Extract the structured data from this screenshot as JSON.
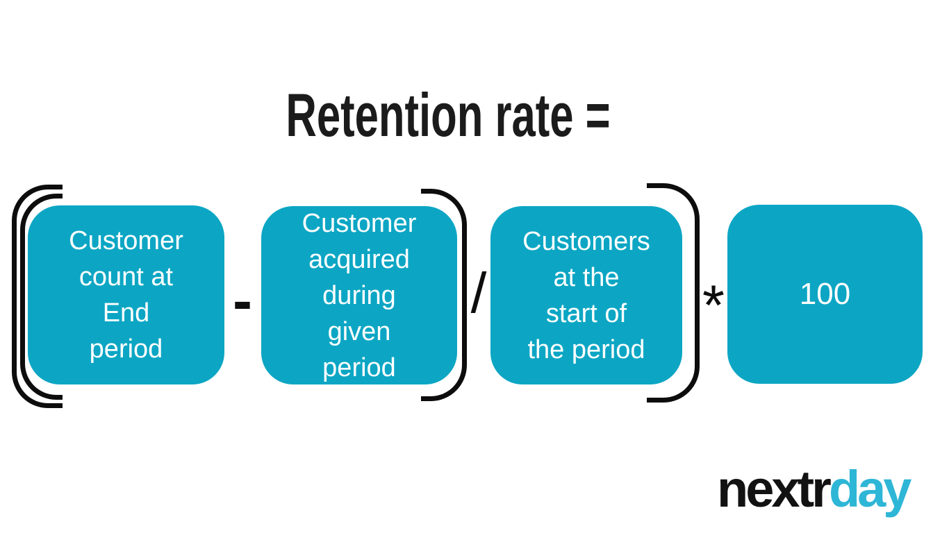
{
  "title": "Retention rate =",
  "formula": {
    "boxes": [
      {
        "id": "customer-count-at-end",
        "lines": [
          "Customer",
          "count at",
          "End",
          "period"
        ]
      },
      {
        "id": "customer-acquired-during-period",
        "lines": [
          "Customer",
          "acquired",
          "during",
          "given",
          "period"
        ]
      },
      {
        "id": "customers-at-start",
        "lines": [
          "Customers",
          "at the",
          "start of",
          "the period"
        ]
      },
      {
        "id": "multiplier",
        "lines": [
          "100"
        ]
      }
    ],
    "operators": {
      "subtract": "-",
      "divide": "/",
      "multiply": "*"
    }
  },
  "logo": {
    "prefix": "nextr",
    "suffix": "day"
  },
  "colors": {
    "box_fill": "#0ca6c4",
    "box_text": "#ffffff",
    "title_text": "#1b1b1b",
    "bracket": "#0d0d0d",
    "logo_prefix": "#121212",
    "logo_suffix": "#2eb6d6"
  }
}
